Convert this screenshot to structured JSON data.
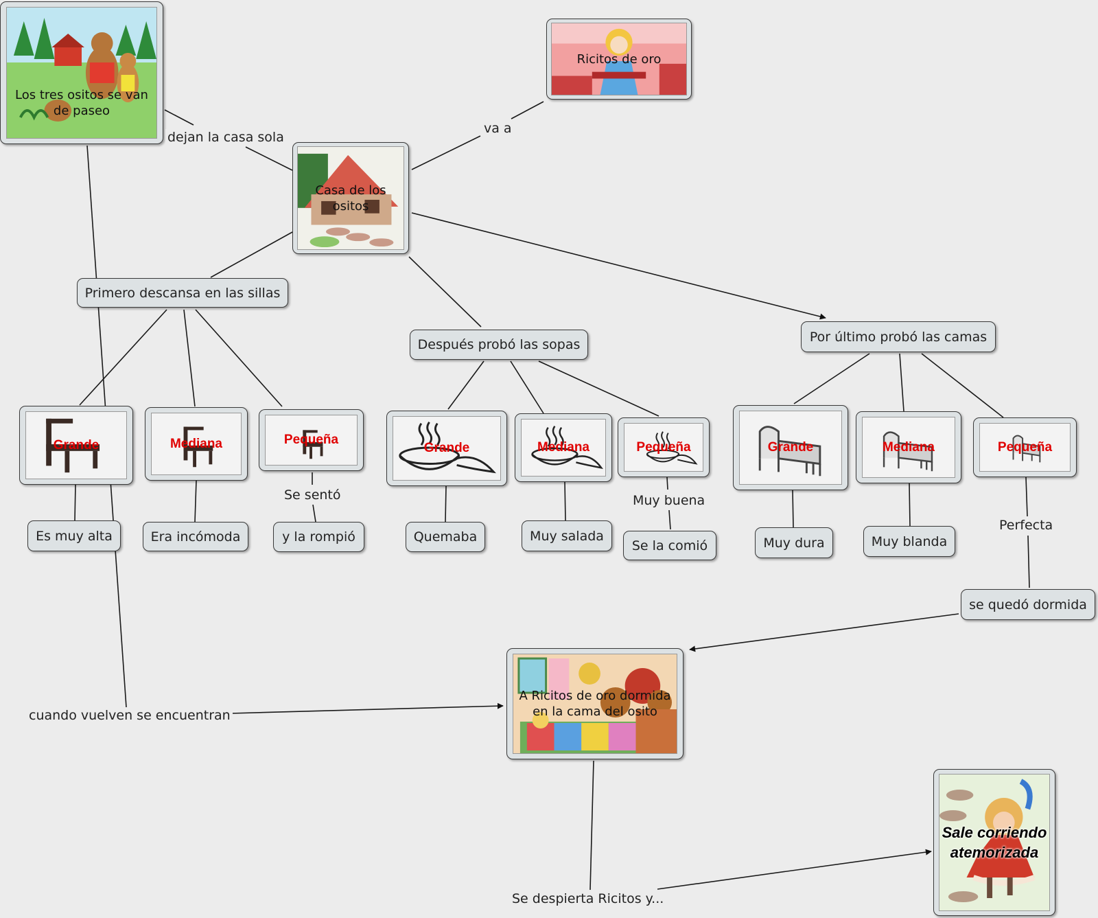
{
  "concepts": {
    "ositos_paseo": "Los tres ositos se van de paseo",
    "ricitos": "Ricitos de oro",
    "casa": "Casa de los ositos",
    "sillas": "Primero descansa en las sillas",
    "sopas": "Después probó las sopas",
    "camas": "Por último probó las camas",
    "dormida": "A Ricitos de oro dormida en la cama del osito",
    "sale": "Sale corriendo atemorizada",
    "es_muy_alta": "Es muy alta",
    "era_incomoda": "Era incómoda",
    "la_rompio": "y la rompió",
    "quemaba": "Quemaba",
    "muy_salada": "Muy salada",
    "se_la_comio": "Se la comió",
    "muy_dura": "Muy dura",
    "muy_blanda": "Muy blanda",
    "se_quedo_dormida": "se quedó dormida"
  },
  "items": {
    "silla_grande": "Grande",
    "silla_mediana": "Mediana",
    "silla_pequena": "Pequeña",
    "sopa_grande": "Grande",
    "sopa_mediana": "Mediana",
    "sopa_pequena": "Pequeña",
    "cama_grande": "Grande",
    "cama_mediana": "Mediana",
    "cama_pequena": "Pequeña"
  },
  "links": {
    "dejan": "dejan la casa sola",
    "va_a": "va a",
    "se_sento": "Se sentó",
    "muy_buena": "Muy buena",
    "perfecta": "Perfecta",
    "cuando_vuelven": "cuando vuelven se encuentran",
    "se_despierta": "Se despierta Ricitos y..."
  },
  "icons": {
    "sillas": "chair-icon",
    "sopas": "soup-bowl-icon",
    "camas": "bed-icon"
  },
  "colors": {
    "item_label": "#e00000",
    "node_fill": "#dde2e4"
  }
}
